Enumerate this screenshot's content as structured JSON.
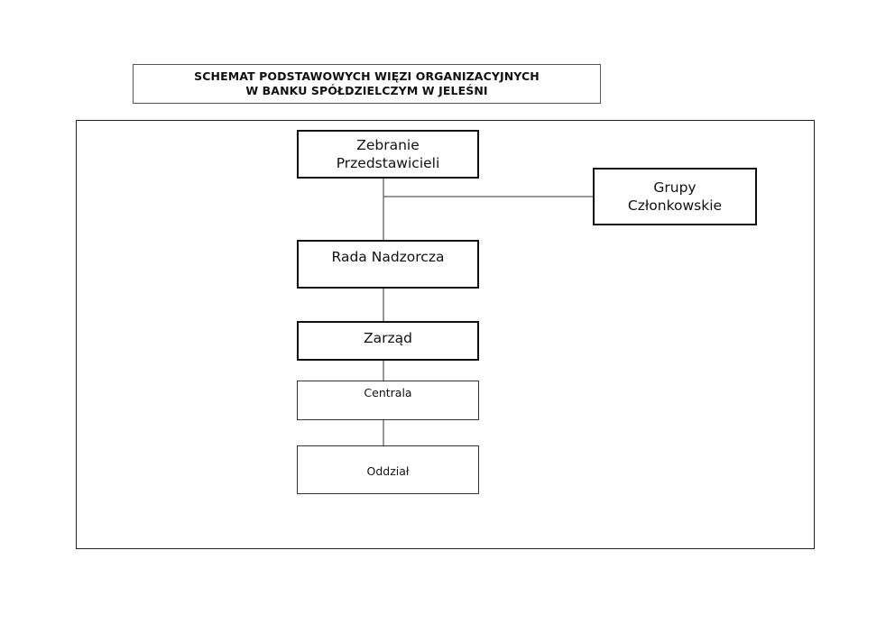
{
  "title": {
    "line1": "SCHEMAT PODSTAWOWYCH WIĘZI ORGANIZACYJNYCH",
    "line2": "W BANKU SPÓŁDZIELCZYM W JELEŚNI"
  },
  "nodes": {
    "zebranie": {
      "line1": "Zebranie",
      "line2": "Przedstawicieli"
    },
    "grupy": {
      "line1": "Grupy",
      "line2": "Członkowskie"
    },
    "rada": {
      "label": "Rada Nadzorcza"
    },
    "zarzad": {
      "label": "Zarząd"
    },
    "centrala": {
      "label": "Centrala"
    },
    "oddzial": {
      "label": "Oddział"
    }
  },
  "connections": [
    [
      "zebranie",
      "rada"
    ],
    [
      "zebranie",
      "grupy"
    ],
    [
      "rada",
      "zarzad"
    ],
    [
      "zarzad",
      "centrala"
    ],
    [
      "centrala",
      "oddzial"
    ]
  ]
}
